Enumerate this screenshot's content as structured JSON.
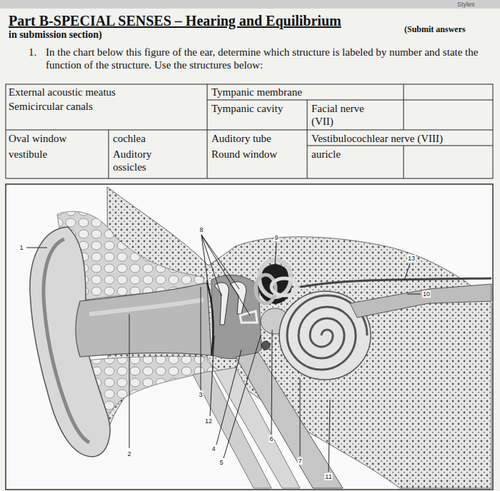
{
  "diagram": {
    "title": "Part B-SPECIAL SENSES – Hearing and Equilibrium",
    "labels": [
      "Styles",
      "(Submit answers",
      "in submission section)",
      "1.",
      "In the chart below this figure of the ear, determine which structure is labeled by number and state the function of the structure. Use the structures below:",
      "External acoustic meatus",
      "Semicircular canals",
      "Tympanic membrane",
      "Tympanic cavity",
      "Facial nerve (VII)",
      "Oval window",
      "vestibule",
      "cochlea",
      "Auditory ossicles",
      "Auditory tube",
      "Round window",
      "Vestibulocochlear nerve (VIII)",
      "auricle",
      "1",
      "8",
      "9",
      "13",
      "10",
      "2",
      "3",
      "12",
      "4",
      "5",
      "6",
      "7",
      "11"
    ]
  }
}
